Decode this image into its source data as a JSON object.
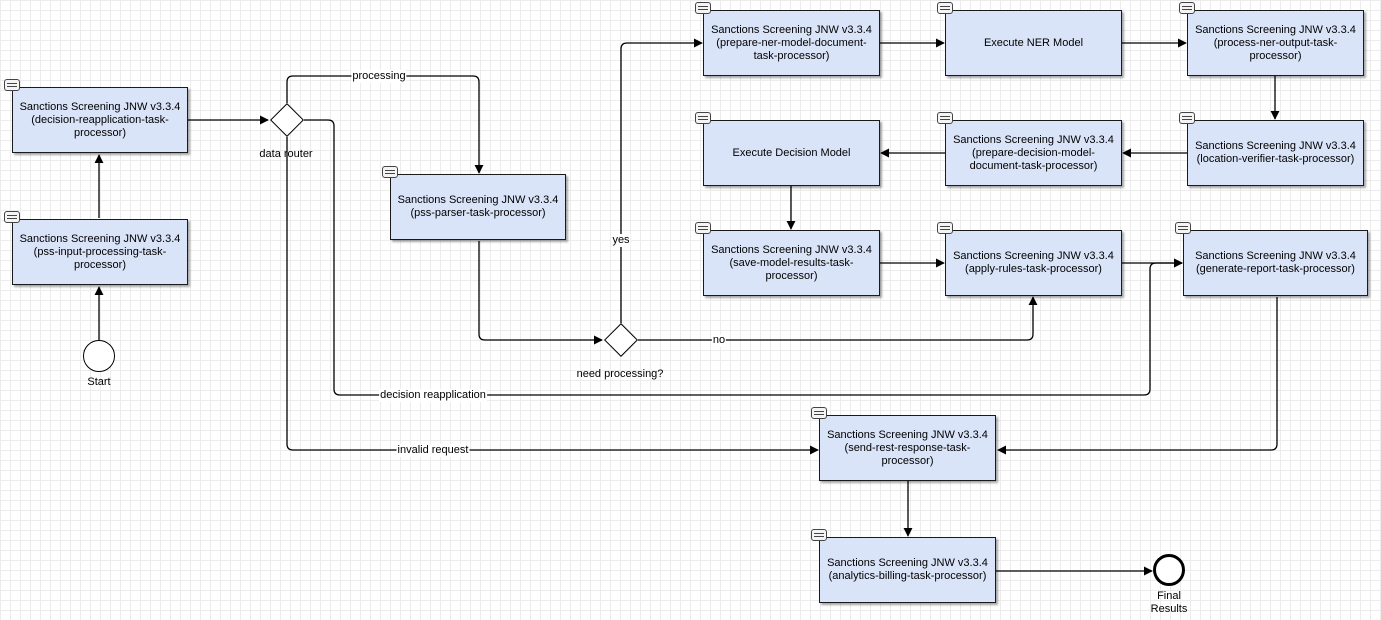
{
  "tasks": {
    "decision_reapplication": "Sanctions Screening JNW v3.3.4\n(decision-reapplication-task-processor)",
    "pss_input_processing": "Sanctions Screening JNW v3.3.4\n(pss-input-processing-task-processor)",
    "pss_parser": "Sanctions Screening JNW v3.3.4\n(pss-parser-task-processor)",
    "prepare_ner_model_document": "Sanctions Screening JNW v3.3.4\n(prepare-ner-model-document-task-processor)",
    "execute_ner_model": "Execute NER Model",
    "process_ner_output": "Sanctions Screening JNW v3.3.4\n(process-ner-output-task-processor)",
    "location_verifier": "Sanctions Screening JNW v3.3.4\n(location-verifier-task-processor)",
    "prepare_decision_model_document": "Sanctions Screening JNW v3.3.4\n(prepare-decision-model-document-task-processor)",
    "execute_decision_model": "Execute Decision Model",
    "save_model_results": "Sanctions Screening JNW v3.3.4\n(save-model-results-task-processor)",
    "apply_rules": "Sanctions Screening JNW v3.3.4\n(apply-rules-task-processor)",
    "generate_report": "Sanctions Screening JNW v3.3.4\n(generate-report-task-processor)",
    "send_rest_response": "Sanctions Screening JNW v3.3.4\n(send-rest-response-task-processor)",
    "analytics_billing": "Sanctions Screening JNW v3.3.4\n(analytics-billing-task-processor)"
  },
  "gateways": {
    "data_router": "data router",
    "need_processing": "need processing?"
  },
  "events": {
    "start": "Start",
    "end": "Final Results"
  },
  "edge_labels": {
    "processing": "processing",
    "yes": "yes",
    "no": "no",
    "decision_reapplication": "decision reapplication",
    "invalid_request": "invalid request"
  }
}
